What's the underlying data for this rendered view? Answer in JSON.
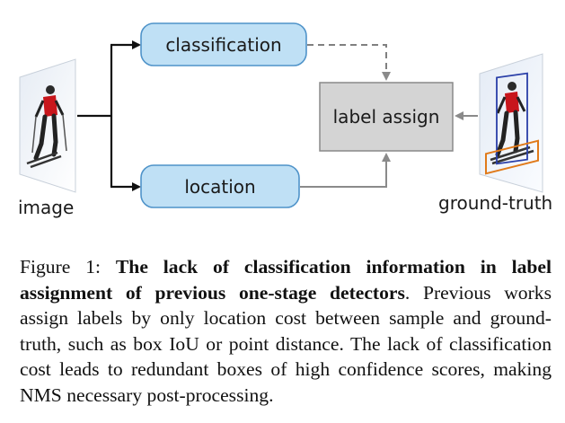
{
  "diagram": {
    "nodes": {
      "classification": "classification",
      "location": "location",
      "label_assign": "label assign"
    },
    "labels": {
      "image": "image",
      "ground_truth": "ground-truth"
    },
    "colors": {
      "pill_fill": "#bfe0f5",
      "pill_stroke": "#4f93c9",
      "assign_fill": "#d4d4d4",
      "assign_stroke": "#8a8a8a",
      "arrow": "#111111",
      "dashed_arrow": "#808080",
      "gray_arrow": "#8a8a8a",
      "gt_box_blue": "#2a3fa8",
      "gt_box_orange": "#e07a1a"
    }
  },
  "caption": {
    "prefix": "Figure 1: ",
    "bold": "The lack of classification information in label assignment of previous one-stage detectors",
    "rest": ". Previous works assign labels by only location cost between sample and ground-truth, such as box IoU or point distance. The lack of classification cost leads to redundant boxes of high confidence scores, making NMS necessary post-processing."
  }
}
